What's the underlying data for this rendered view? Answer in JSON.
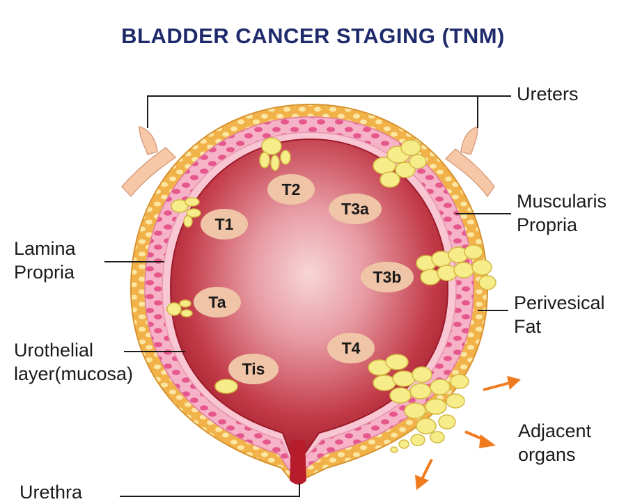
{
  "title": "BLADDER CANCER STAGING (TNM)",
  "labels": {
    "ureters": "Ureters",
    "muscularis_1": "Muscularis",
    "muscularis_2": "Propria",
    "lamina_1": "Lamina",
    "lamina_2": "Propria",
    "perivesical_1": "Perivesical",
    "perivesical_2": "Fat",
    "urothelial_1": "Urothelial",
    "urothelial_2": "layer(mucosa)",
    "adjacent_1": "Adjacent",
    "adjacent_2": "organs",
    "urethra": "Urethra"
  },
  "stages": {
    "t2": "T2",
    "t1": "T1",
    "t3a": "T3a",
    "t3b": "T3b",
    "ta": "Ta",
    "t4": "T4",
    "tis": "Tis"
  },
  "colors": {
    "title": "#1f2a6b",
    "fat_layer": "#f2b24a",
    "muscle_layer": "#f4a6bf",
    "lumen": "#b8222f",
    "stage_badge": "#f0c4a6",
    "tumor": "#f7ec8a",
    "arrow": "#f07a1e"
  }
}
